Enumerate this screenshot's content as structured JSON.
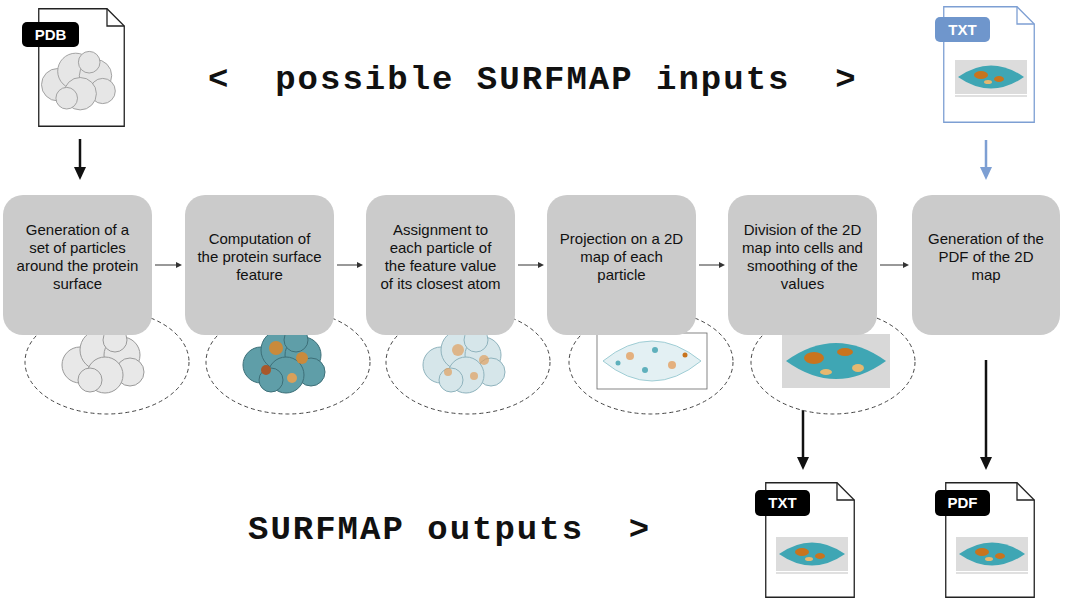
{
  "diagram": {
    "nodes": [
      {
        "text": [
          "PDB"
        ]
      },
      {
        "text": [
          "TXT"
        ]
      },
      {
        "text": [
          "Generation of a set of particles around the protein surface"
        ]
      },
      {
        "text": [
          "Computation of the protein surface feature"
        ]
      },
      {
        "text": [
          "Assignment to each particle of the feature value of its closest atom"
        ]
      },
      {
        "text": [
          "Projection on a 2D map of each particle"
        ]
      },
      {
        "text": [
          "Division of the 2D map into cells and smoothing of the values"
        ]
      },
      {
        "text": [
          "Generation of the PDF of the 2D map"
        ]
      },
      {
        "text": [
          "TXT"
        ]
      },
      {
        "text": [
          "PDF"
        ]
      }
    ],
    "edges": [
      {
        "from": 0,
        "to": 2,
        "arrow": "to"
      },
      {
        "from": 1,
        "to": 7,
        "arrow": "to"
      },
      {
        "from": 2,
        "to": 3,
        "arrow": "to"
      },
      {
        "from": 3,
        "to": 4,
        "arrow": "to"
      },
      {
        "from": 4,
        "to": 5,
        "arrow": "to"
      },
      {
        "from": 5,
        "to": 6,
        "arrow": "to"
      },
      {
        "from": 6,
        "to": 7,
        "arrow": "to"
      },
      {
        "from": 6,
        "to": 8,
        "arrow": "to"
      },
      {
        "from": 7,
        "to": 9,
        "arrow": "to"
      }
    ],
    "labels": [
      "<  possible SURFMAP inputs  >",
      "SURFMAP outputs  >"
    ]
  }
}
